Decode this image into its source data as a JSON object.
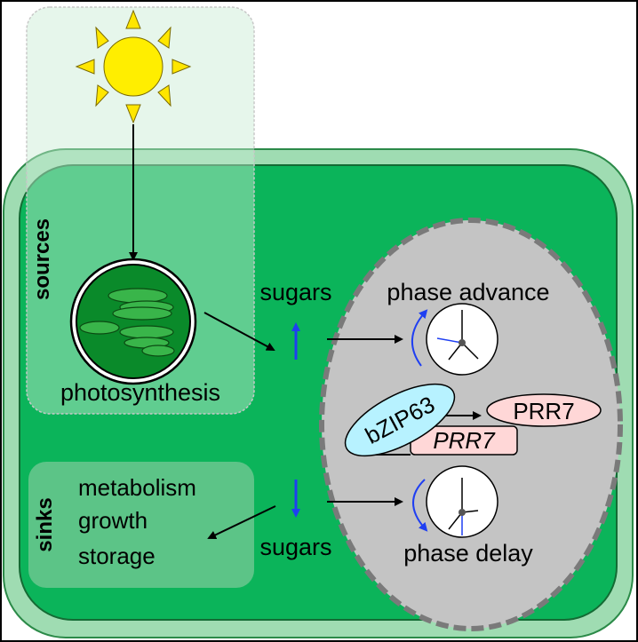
{
  "labels": {
    "sources": "sources",
    "sinks": "sinks",
    "photosynthesis": "photosynthesis",
    "sugars_top": "sugars",
    "sugars_bottom": "sugars",
    "phase_advance": "phase advance",
    "phase_delay": "phase delay",
    "metabolism": "metabolism",
    "growth": "growth",
    "storage": "storage",
    "bzip63": "bZIP63",
    "prr7_gene": "PRR7",
    "prr7_protein": "PRR7"
  },
  "colors": {
    "cell_outer": "#9fdcb2",
    "cell_inner": "#0bb45a",
    "source_box": "rgba(200,235,210,0.45)",
    "sink_box": "#5cc487",
    "nucleus": "#c4c4c4",
    "nucleus_border": "#7a7a7a",
    "sun": "#ffee00",
    "sun_rays": "#ffe600",
    "chloroplast": "#0a8a2a",
    "thylakoid": "#39b54a",
    "up_arrow": "#1f3ff2",
    "bzip63_fill": "#b7f2ff",
    "prr7_fill": "#ffd7d7"
  },
  "icons": [
    "sun-icon",
    "chloroplast-icon",
    "clock-icon"
  ]
}
